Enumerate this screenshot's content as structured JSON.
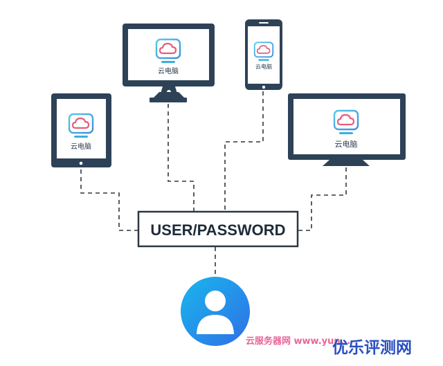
{
  "center_box": {
    "label": "USER/PASSWORD"
  },
  "devices": [
    {
      "type": "tablet",
      "app_label": "云电脑"
    },
    {
      "type": "monitor",
      "app_label": "云电脑"
    },
    {
      "type": "phone",
      "app_label": "云电脑"
    },
    {
      "type": "tv",
      "app_label": "云电脑"
    }
  ],
  "user": {
    "icon": "user-avatar-icon"
  },
  "watermark": {
    "left_text": "云服务器网 www.yun...",
    "right_text": "优乐评测网"
  },
  "colors": {
    "device_frame": "#2e4257",
    "screen_bg": "#ffffff",
    "cloud_icon_border": "#3aaee0",
    "cloud": "#e25f7c",
    "avatar_gradient_start": "#19b7ec",
    "avatar_gradient_end": "#2f6fe6",
    "watermark_pink": "#e8669a",
    "watermark_blue": "#2a4fc0"
  }
}
